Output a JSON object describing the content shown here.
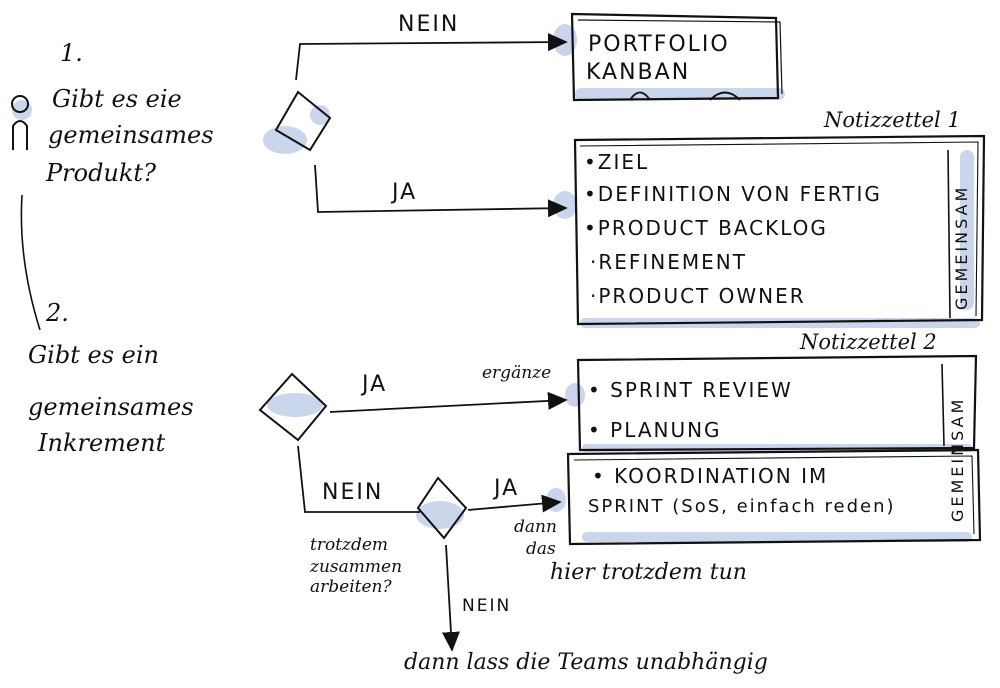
{
  "step1": {
    "number": "1.",
    "question": [
      "Gibt es eie",
      "gemeinsames",
      "Produkt?"
    ]
  },
  "step2": {
    "number": "2.",
    "question": [
      "Gibt es ein",
      "gemeinsames",
      "Inkrement"
    ]
  },
  "arrows": {
    "nein_top": "NEIN",
    "ja_top": "JA",
    "ja_middle": "JA",
    "ergaenze": "ergänze",
    "nein_lower": "NEIN",
    "ja_lower": "JA",
    "nein_bottom": "NEIN"
  },
  "portfolio_box": {
    "lines": [
      "PORTFOLIO",
      "KANBAN"
    ]
  },
  "note1": {
    "label": "Notizzettel 1",
    "side_label": "GEMEINSAM",
    "items": [
      "•ZIEL",
      "•DEFINITION VON FERTIG",
      "•PRODUCT BACKLOG",
      "·REFINEMENT",
      "·PRODUCT OWNER"
    ]
  },
  "note2": {
    "label": "Notizzettel 2",
    "side_label": "GEMEINSAM",
    "items": [
      "• SPRINT REVIEW",
      "• PLANUNG"
    ]
  },
  "note3": {
    "lines": [
      "• KOORDINATION IM",
      "SPRINT (SoS, einfach reden)"
    ]
  },
  "trotzdem_question": [
    "trotzdem",
    "zusammen",
    "arbeiten?"
  ],
  "dann_text": [
    "dann",
    "das"
  ],
  "hier_text": "hier trotzdem tun",
  "bottom_text": "dann lass die Teams unabhängig",
  "colors": {
    "ink": "#111111",
    "wash": "#9fb4dc"
  }
}
